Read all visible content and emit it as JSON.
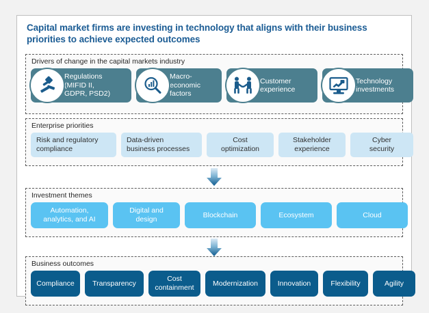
{
  "title": "Capital market firms are investing in technology that aligns with their business priorities to achieve expected outcomes",
  "colors": {
    "title": "#1b5c94",
    "driver_pill": "#4c7f8f",
    "priority_pill": "#cde6f5",
    "theme_pill": "#5ac3f2",
    "outcome_pill": "#0b5c8c",
    "panel_bg": "#ffffff",
    "section_bg": "#fafafa",
    "page_bg": "#f2f2f2"
  },
  "drivers": {
    "label": "Drivers of change in the capital markets industry",
    "items": [
      {
        "label": "Regulations\n(MIFID II,\nGDPR, PSD2)",
        "icon": "gavel-icon"
      },
      {
        "label": "Macro-\neconomic\nfactors",
        "icon": "magnifier-bar-chart-icon"
      },
      {
        "label": "Customer\nexperience",
        "icon": "handshake-people-icon"
      },
      {
        "label": "Technology\ninvestments",
        "icon": "monitor-growth-icon"
      }
    ]
  },
  "priorities": {
    "label": "Enterprise priorities",
    "items": [
      {
        "label": "Risk and regulatory\ncompliance"
      },
      {
        "label": "Data-driven\nbusiness processes"
      },
      {
        "label": "Cost\noptimization"
      },
      {
        "label": "Stakeholder\nexperience"
      },
      {
        "label": "Cyber\nsecurity"
      }
    ]
  },
  "themes": {
    "label": "Investment themes",
    "items": [
      {
        "label": "Automation,\nanalytics, and AI"
      },
      {
        "label": "Digital and\ndesign"
      },
      {
        "label": "Blockchain"
      },
      {
        "label": "Ecosystem"
      },
      {
        "label": "Cloud"
      }
    ]
  },
  "outcomes": {
    "label": "Business outcomes",
    "items": [
      {
        "label": "Compliance"
      },
      {
        "label": "Transparency"
      },
      {
        "label": "Cost\ncontainment"
      },
      {
        "label": "Modernization"
      },
      {
        "label": "Innovation"
      },
      {
        "label": "Flexibility"
      },
      {
        "label": "Agility"
      }
    ]
  },
  "arrows": [
    {
      "name": "flow-arrow-priorities-to-themes"
    },
    {
      "name": "flow-arrow-themes-to-outcomes"
    }
  ]
}
